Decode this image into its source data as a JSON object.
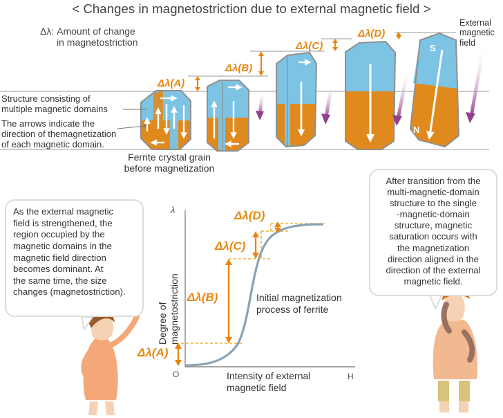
{
  "header": {
    "title": "< Changes in magnetostriction due to external magnetic field >"
  },
  "legend": {
    "symbol": "Δλ",
    "line1": ": Amount of change",
    "line2": "in magnetostriction"
  },
  "top_diagram": {
    "external_field_label": [
      "External",
      "magnetic",
      "field"
    ],
    "structure_label": [
      "Structure consisting of",
      "multiple magnetic domains"
    ],
    "arrows_label": [
      "The arrows indicate the",
      "direction of themagnetization",
      "of each magnetic domain."
    ],
    "grain_label": [
      "Ferrite crystal grain",
      "before magnetization"
    ],
    "delta_labels": [
      "Δλ(A)",
      "Δλ(B)",
      "Δλ(C)",
      "Δλ(D)"
    ],
    "pole_s": "S",
    "pole_n": "N"
  },
  "graph": {
    "y_symbol": "λ",
    "y_axis_label": [
      "Degree of",
      "magnetostriction"
    ],
    "x_axis_label": [
      "Intensity of external",
      "magnetic field"
    ],
    "origin": "O",
    "x_end": "H",
    "curve_label": [
      "Initial magnetization",
      "process of ferrite"
    ],
    "delta_labels": [
      "Δλ(A)",
      "Δλ(B)",
      "Δλ(C)",
      "Δλ(D)"
    ]
  },
  "bubble_left": {
    "lines": [
      "As the external magnetic",
      "field is strengthened, the",
      "region occupied by the",
      "magnetic domains in the",
      "magnetic field direction",
      "becomes dominant. At",
      "the same time, the size",
      "changes (magnetostriction)."
    ]
  },
  "bubble_right": {
    "lines": [
      "After transition from the",
      "multi-magnetic-domain",
      "structure to the single",
      "-magnetic-domain",
      "structure, magnetic",
      "saturation occurs with",
      "the magnetization",
      "direction aligned in the",
      "direction of the external",
      "magnetic field."
    ]
  },
  "colors": {
    "orange": "#e8870f",
    "blue": "#7cc3e4",
    "domain_orange": "#e08a1e",
    "purple": "#9a3f8e",
    "curve": "#8aa2b2",
    "grey_line": "#9a9a9a"
  }
}
